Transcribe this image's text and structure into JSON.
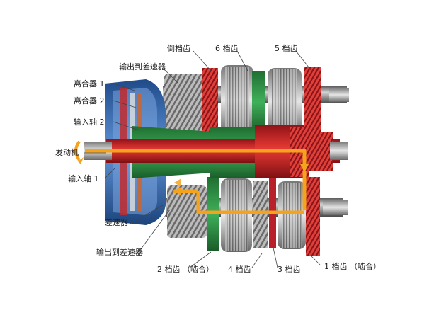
{
  "labels": {
    "reverse_gear": "倒档齿",
    "gear6": "6 档齿",
    "gear5": "5 档齿",
    "output_diff_top": "输出到差速器",
    "clutch1": "离合器 1",
    "clutch2": "离合器 2",
    "input_shaft2": "输入轴 2",
    "engine": "发动机",
    "input_shaft1": "输入轴 1",
    "differential": "差速器",
    "output_diff_bottom": "输出到差速器",
    "gear2": "2 档齿 （啮合）",
    "gear4": "4 档齿",
    "gear3": "3 档齿",
    "gear1": "1 档齿 （啮合）"
  },
  "colors": {
    "power_flow": "#f5a31c",
    "active_gear": "#d9232a",
    "input_shaft_2": "#2e9a46",
    "clutch_housing": "#3a6fb8",
    "metal": "#9a9a9a"
  }
}
